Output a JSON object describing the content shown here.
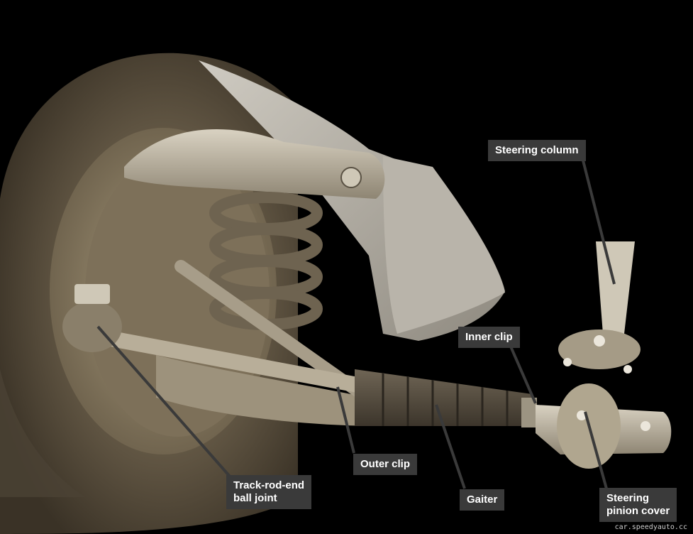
{
  "labels": {
    "steering_column": "Steering column",
    "inner_clip": "Inner clip",
    "outer_clip": "Outer clip",
    "track_rod_end": "Track-rod-end\nball joint",
    "gaiter": "Gaiter",
    "steering_pinion_cover": "Steering\npinion cover"
  },
  "watermark": "car.speedyauto.cc",
  "colors": {
    "background": "#000000",
    "label_bg": "#3a3a3a",
    "label_text": "#ffffff",
    "leader_line": "#3a3a3a"
  }
}
